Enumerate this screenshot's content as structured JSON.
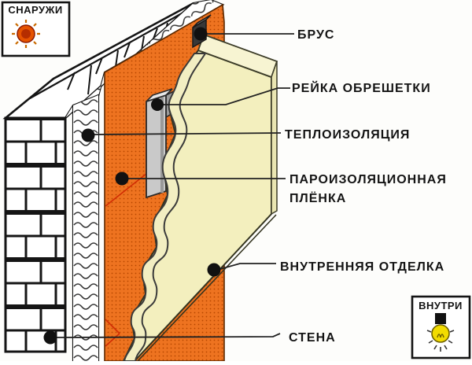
{
  "diagram_title": "wall-insulation-cutaway",
  "badges": {
    "outside": {
      "label": "СНАРУЖИ",
      "icon": "sun-icon"
    },
    "inside": {
      "label": "ВНУТРИ",
      "icon": "light-bulb-icon"
    }
  },
  "callouts": {
    "beam": "БРУС",
    "lathing_rail": "РЕЙКА ОБРЕШЕТКИ",
    "insulation": "ТЕПЛОИЗОЛЯЦИЯ",
    "vapor_film_line1": "ПАРОИЗОЛЯЦИОННАЯ",
    "vapor_film_line2": "ПЛЁНКА",
    "interior_finish": "ВНУТРЕННЯЯ ОТДЕЛКА",
    "wall": "СТЕНА"
  },
  "colors": {
    "film_orange": "#EE7320",
    "film_dots": "#B84700",
    "film_crease_red": "#CC2200",
    "panel_cream": "#F3EFBE",
    "panel_top_cream": "#F7F4D2",
    "panel_side_cream": "#EAE6B2",
    "curl_cream": "#F2EEC2",
    "rail_gray": "#C9C9C9",
    "rail_top_gray": "#E8E8E8",
    "rail_back_gray": "#9C9C9C",
    "beam_dark": "#383838",
    "sun_outer": "#E65300",
    "sun_inner": "#B52D00",
    "ray_orange": "#C96A00",
    "bulb_yellow": "#F2DC00",
    "line_black": "#141414"
  }
}
